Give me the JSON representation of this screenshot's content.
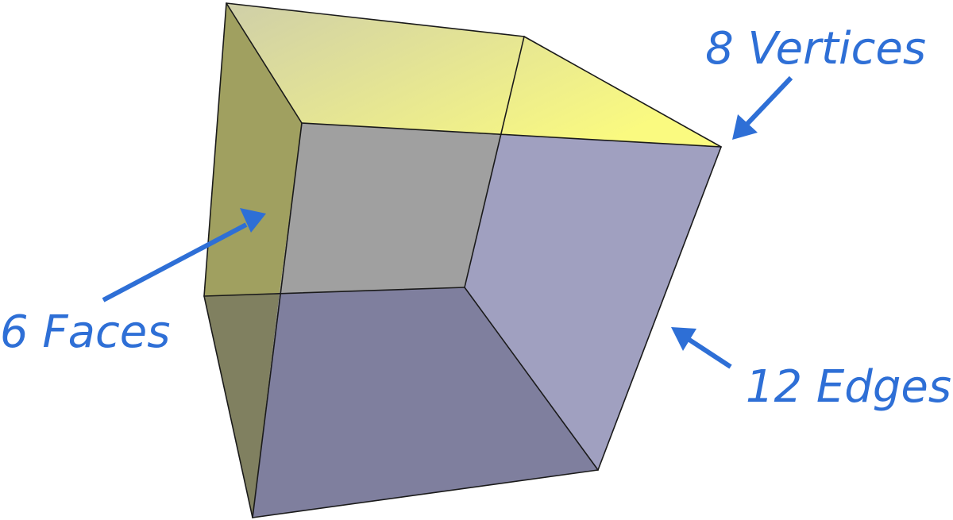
{
  "labels": {
    "vertices": "8 Vertices",
    "faces": "6 Faces",
    "edges": "12 Edges"
  },
  "colors": {
    "annotation": "#2e6fd6",
    "edge": "#1a1a1a",
    "top_face_light": "#fafa80",
    "top_face_dark": "#cfcfa8",
    "left_face": "#a0a060",
    "back_face": "#a0a0a0",
    "right_face": "#a0a0c0",
    "bottom_face": "#80809c",
    "front_face": "#7f7f9e",
    "left_lower_face": "#808060"
  }
}
